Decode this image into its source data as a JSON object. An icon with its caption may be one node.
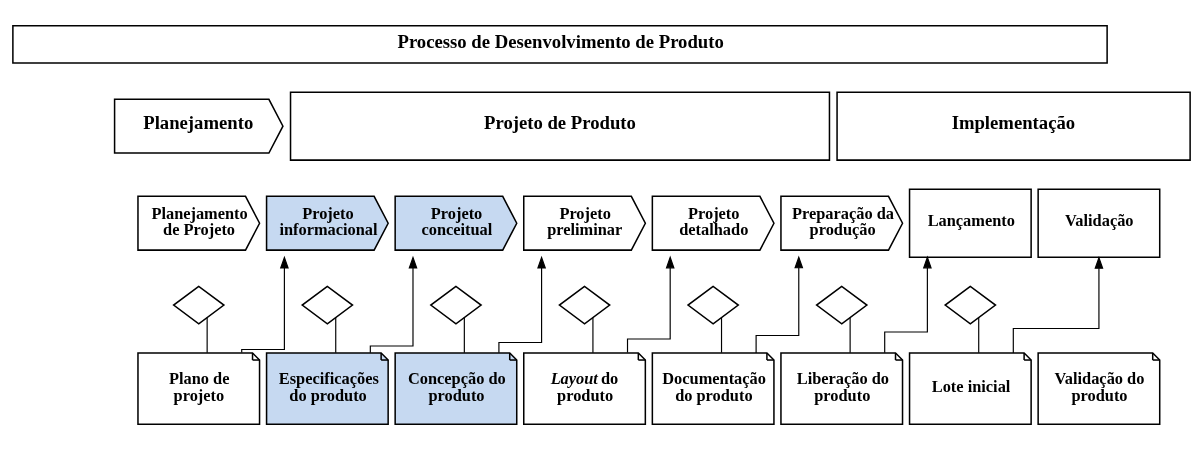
{
  "diagram": {
    "nodes": [
      {
        "text": [
          "Processo de Desenvolvimento de Produto"
        ]
      },
      {
        "text": [
          "Planejamento"
        ]
      },
      {
        "text": [
          "Projeto de Produto"
        ]
      },
      {
        "text": [
          "Implementação"
        ]
      },
      {
        "text": [
          "Planejamento de Projeto"
        ]
      },
      {
        "text": [
          "Projeto informacional"
        ]
      },
      {
        "text": [
          "Projeto conceitual"
        ]
      },
      {
        "text": [
          "Projeto preliminar"
        ]
      },
      {
        "text": [
          "Projeto detalhado"
        ]
      },
      {
        "text": [
          "Preparação da produção"
        ]
      },
      {
        "text": [
          "Lançamento"
        ]
      },
      {
        "text": [
          "Validação"
        ]
      },
      {
        "text": [],
        "shape": "diamond"
      },
      {
        "text": [],
        "shape": "diamond"
      },
      {
        "text": [],
        "shape": "diamond"
      },
      {
        "text": [],
        "shape": "diamond"
      },
      {
        "text": [],
        "shape": "diamond"
      },
      {
        "text": [],
        "shape": "diamond"
      },
      {
        "text": [],
        "shape": "diamond"
      },
      {
        "text": [
          "Plano de projeto"
        ]
      },
      {
        "text": [
          "Especificações do produto"
        ]
      },
      {
        "text": [
          "Concepção do produto"
        ]
      },
      {
        "text": [
          "*Layout* do produto"
        ]
      },
      {
        "text": [
          "Documentação do produto"
        ]
      },
      {
        "text": [
          "Liberação do produto"
        ]
      },
      {
        "text": [
          "Lote inicial"
        ]
      },
      {
        "text": [
          "Validação do produto"
        ]
      }
    ],
    "edges": [
      {
        "from": 12,
        "to": 19,
        "arrow": "none"
      },
      {
        "from": 19,
        "to": 5,
        "arrow": "to"
      },
      {
        "from": 13,
        "to": 20,
        "arrow": "none"
      },
      {
        "from": 20,
        "to": 6,
        "arrow": "to"
      },
      {
        "from": 14,
        "to": 21,
        "arrow": "none"
      },
      {
        "from": 21,
        "to": 7,
        "arrow": "to"
      },
      {
        "from": 15,
        "to": 22,
        "arrow": "none"
      },
      {
        "from": 22,
        "to": 8,
        "arrow": "to"
      },
      {
        "from": 16,
        "to": 23,
        "arrow": "none"
      },
      {
        "from": 23,
        "to": 9,
        "arrow": "to"
      },
      {
        "from": 17,
        "to": 24,
        "arrow": "none"
      },
      {
        "from": 24,
        "to": 10,
        "arrow": "to"
      },
      {
        "from": 18,
        "to": 25,
        "arrow": "none"
      },
      {
        "from": 25,
        "to": 11,
        "arrow": "to"
      }
    ]
  }
}
